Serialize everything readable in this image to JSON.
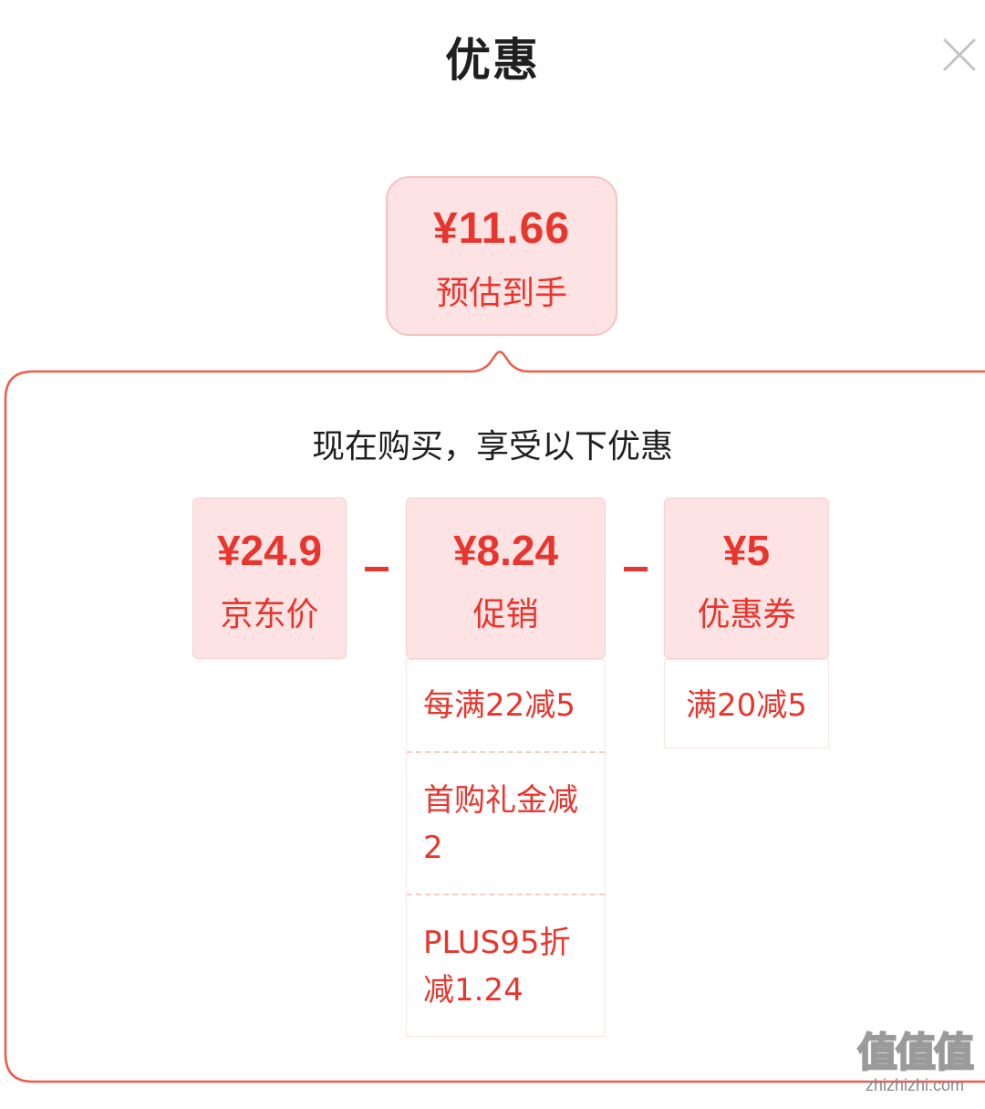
{
  "header": {
    "title": "优惠",
    "close_icon": "close-icon"
  },
  "summary": {
    "price": "¥11.66",
    "label": "预估到手"
  },
  "breakdown": {
    "subtitle": "现在购买，享受以下优惠",
    "cards": [
      {
        "amount": "¥24.9",
        "name": "京东价"
      },
      {
        "amount": "¥8.24",
        "name": "促销"
      },
      {
        "amount": "¥5",
        "name": "优惠券"
      }
    ],
    "operator_icon": "minus-icon",
    "promo_details": [
      "每满22减5",
      "首购礼金减2",
      "PLUS95折减1.24"
    ],
    "coupon_details": [
      "满20减5"
    ]
  },
  "watermark": {
    "logo": "值值值",
    "url": "zhizhizhi.com"
  },
  "colors": {
    "accent": "#e8352d",
    "card_bg": "#fde3e3",
    "border": "#ef5a4a"
  }
}
